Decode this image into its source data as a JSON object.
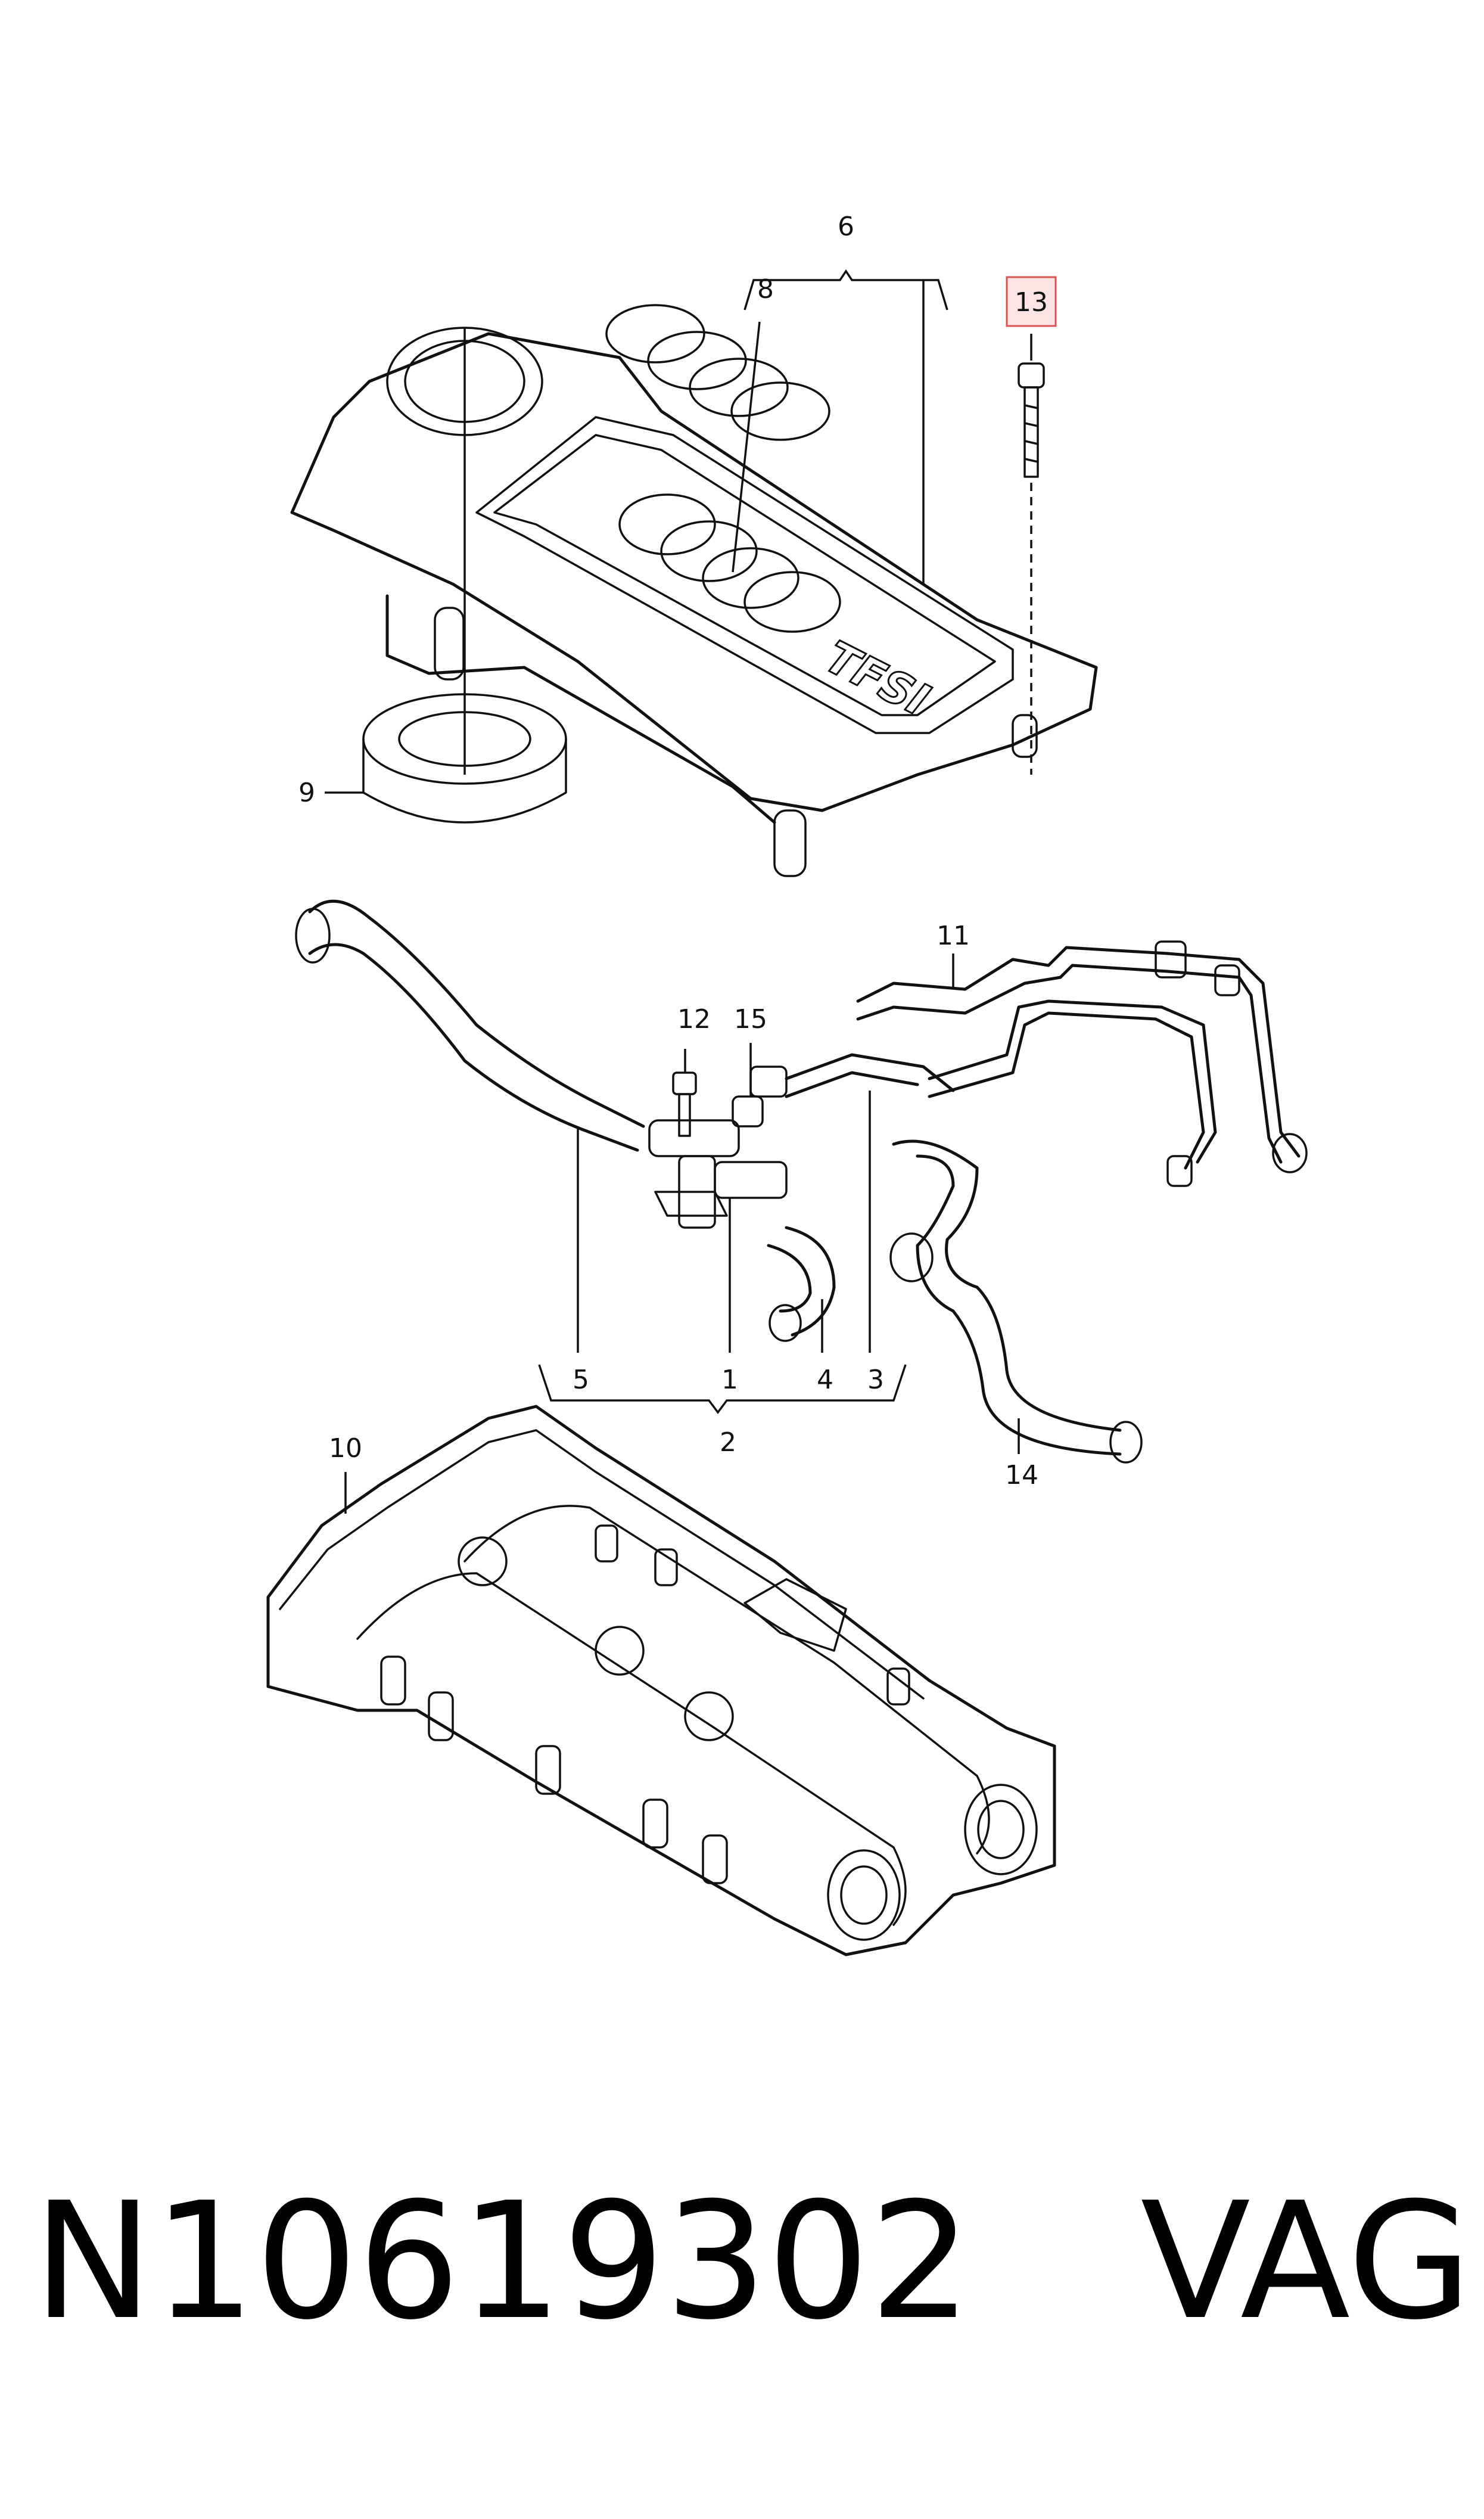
{
  "diagram": {
    "callouts": [
      {
        "id": "1",
        "label": "1"
      },
      {
        "id": "2",
        "label": "2"
      },
      {
        "id": "3",
        "label": "3"
      },
      {
        "id": "4",
        "label": "4"
      },
      {
        "id": "5",
        "label": "5"
      },
      {
        "id": "6",
        "label": "6"
      },
      {
        "id": "8",
        "label": "8"
      },
      {
        "id": "9",
        "label": "9"
      },
      {
        "id": "10",
        "label": "10"
      },
      {
        "id": "11",
        "label": "11"
      },
      {
        "id": "12",
        "label": "12"
      },
      {
        "id": "13",
        "label": "13",
        "highlighted": true
      },
      {
        "id": "14",
        "label": "14"
      },
      {
        "id": "15",
        "label": "15"
      }
    ],
    "cover_logo_text": "TFSI",
    "highlight_color": "#d9534f"
  },
  "caption": {
    "part_number": "N10619302",
    "brand": "VAG"
  }
}
